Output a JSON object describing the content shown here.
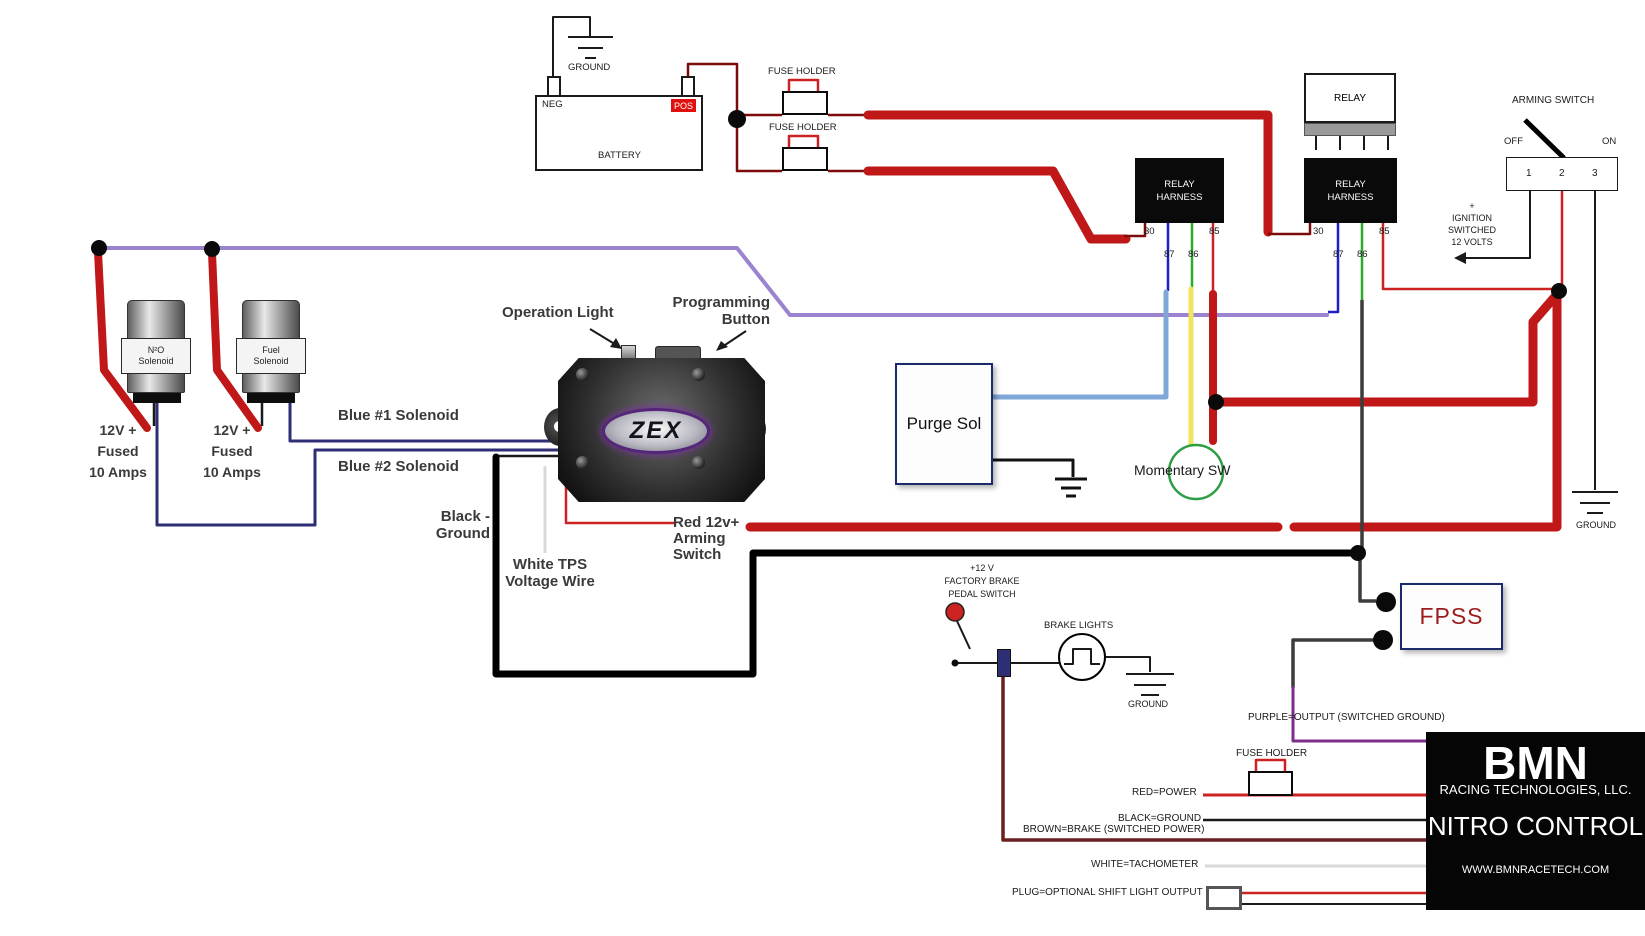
{
  "colors": {
    "thick-red": "#c01818",
    "red": "#cc2222",
    "dark-red": "#7d0b0b",
    "lavender": "#9b83cf",
    "navy": "#2e2e75",
    "blue": "#1f1fc4",
    "green": "#2daa2d",
    "steel": "#7fa8d9",
    "yellow": "#efe45e",
    "gray-wire": "#3c3c3c",
    "brown": "#6b1f1f",
    "white-wire": "#d9d9d9",
    "out-purple": "#7c2d8e",
    "green-circle": "#2f9e44",
    "badge-red": "#e01010",
    "fpss-red": "#9b1c1c",
    "box-navy": "#1a2a6b"
  },
  "top": {
    "ground": "GROUND",
    "neg": "NEG",
    "pos": "POS",
    "battery": "BATTERY",
    "fuse_holder_1": "FUSE HOLDER",
    "fuse_holder_2": "FUSE HOLDER"
  },
  "relay": {
    "label": "RELAY"
  },
  "harness": {
    "line1": "RELAY",
    "line2": "HARNESS",
    "p30": "30",
    "p87": "87",
    "p86": "86",
    "p85": "85"
  },
  "arming": {
    "title": "ARMING SWITCH",
    "off": "OFF",
    "on": "ON",
    "n1": "1",
    "n2": "2",
    "n3": "3",
    "ign1": "+",
    "ign2": "IGNITION",
    "ign3": "SWITCHED",
    "ign4": "12 VOLTS",
    "ground": "GROUND"
  },
  "solenoids": {
    "n2o1": "N²O",
    "n2o2": "Solenoid",
    "fuel1": "Fuel",
    "fuel2": "Solenoid",
    "feed1": "12V +",
    "feed2": "Fused",
    "feed3": "10 Amps"
  },
  "zex": {
    "logo": "ZEX",
    "op_light": "Operation Light",
    "prog1": "Programming",
    "prog2": "Button",
    "blue1": "Blue #1 Solenoid",
    "blue2": "Blue #2 Solenoid",
    "black1": "Black -",
    "black2": "Ground",
    "tps1": "White TPS",
    "tps2": "Voltage Wire",
    "red1": "Red 12v+",
    "red2": "Arming",
    "red3": "Switch"
  },
  "purge": {
    "label": "Purge Sol"
  },
  "momentary": {
    "label": "Momentary SW"
  },
  "fpss": {
    "label": "FPSS"
  },
  "brake": {
    "t1": "+12 V",
    "t2": "FACTORY BRAKE",
    "t3": "PEDAL SWITCH",
    "lights": "BRAKE LIGHTS",
    "ground": "GROUND"
  },
  "outputs": {
    "purple": "PURPLE=OUTPUT (SWITCHED GROUND)",
    "fuse_holder": "FUSE HOLDER",
    "red": "RED=POWER",
    "black": "BLACK=GROUND",
    "brown": "BROWN=BRAKE (SWITCHED POWER)",
    "white": "WHITE=TACHOMETER",
    "plug": "PLUG=OPTIONAL SHIFT LIGHT OUTPUT"
  },
  "bmn": {
    "name": "BMN",
    "company": "RACING TECHNOLOGIES, LLC.",
    "product": "NITRO CONTROL",
    "website": "WWW.BMNRACETECH.COM"
  }
}
